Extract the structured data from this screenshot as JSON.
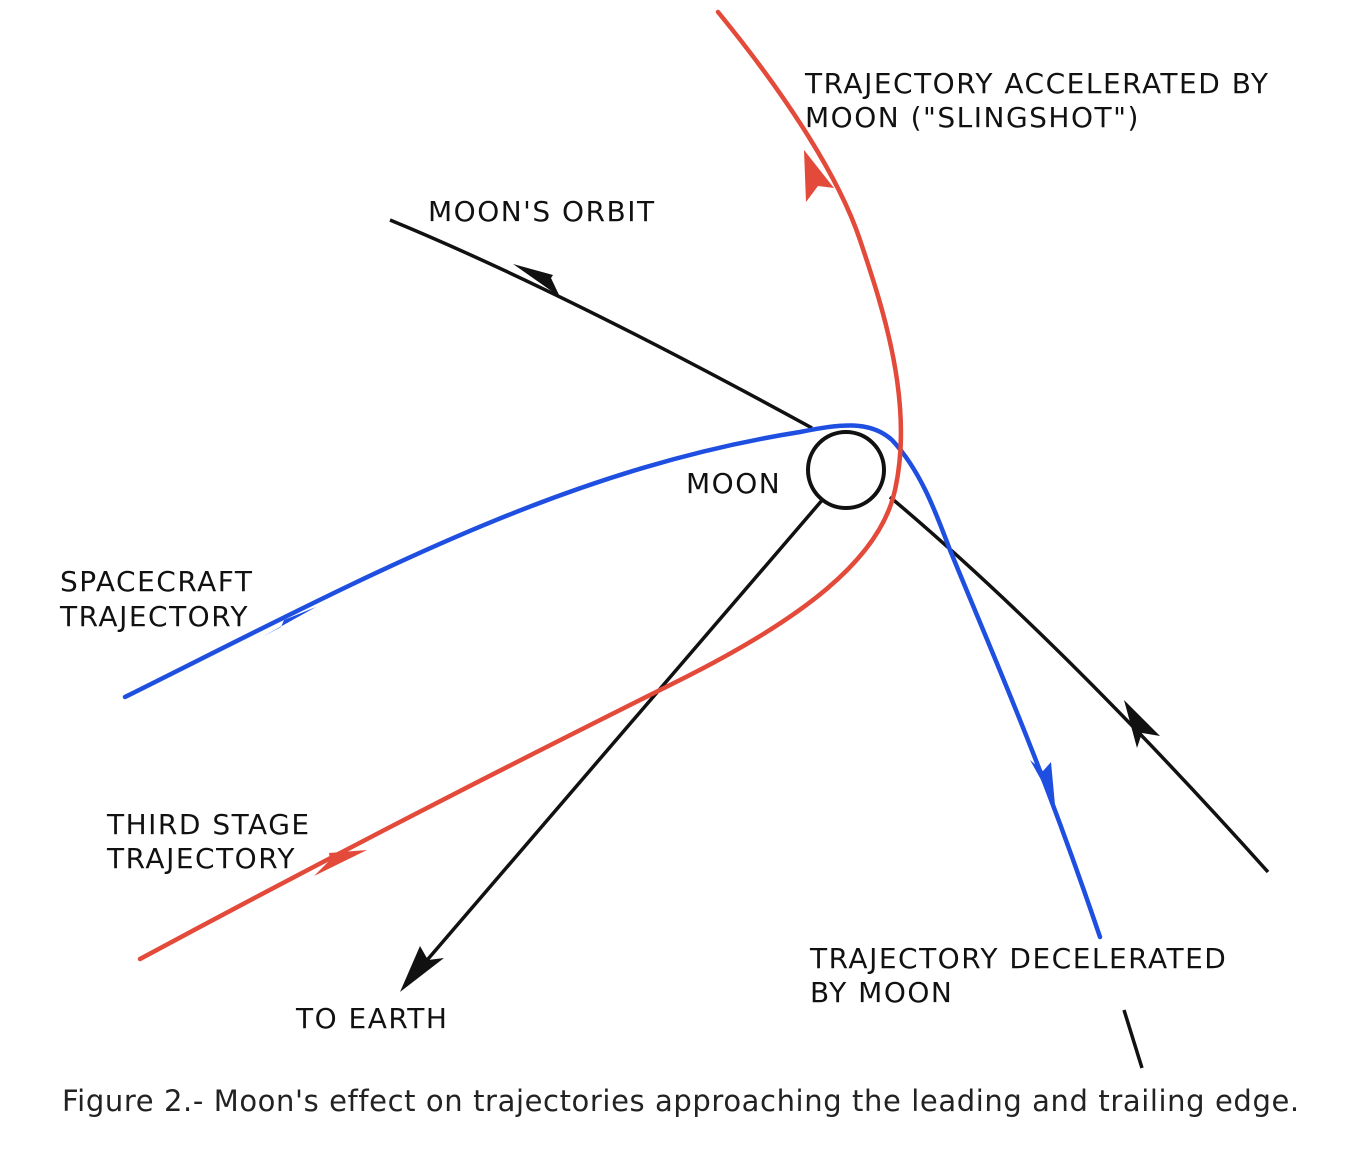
{
  "labels": {
    "slingshot_line1": "TRAJECTORY ACCELERATED BY",
    "slingshot_line2": "MOON (\"SLINGSHOT\")",
    "moons_orbit": "MOON'S ORBIT",
    "moon": "MOON",
    "spacecraft_line1": "SPACECRAFT",
    "spacecraft_line2": "TRAJECTORY",
    "third_stage_line1": "THIRD STAGE",
    "third_stage_line2": "TRAJECTORY",
    "to_earth": "TO EARTH",
    "decelerated_line1": "TRAJECTORY DECELERATED",
    "decelerated_line2": "BY MOON"
  },
  "caption": "Figure 2.- Moon's effect on trajectories approaching the leading and trailing edge.",
  "colors": {
    "spacecraft_trajectory": "#1f4fe0",
    "third_stage_trajectory": "#e34a3a",
    "orbit_and_earth_lines": "#111111"
  },
  "icons": {
    "moon": "circle",
    "direction_markers": "arrowhead"
  }
}
